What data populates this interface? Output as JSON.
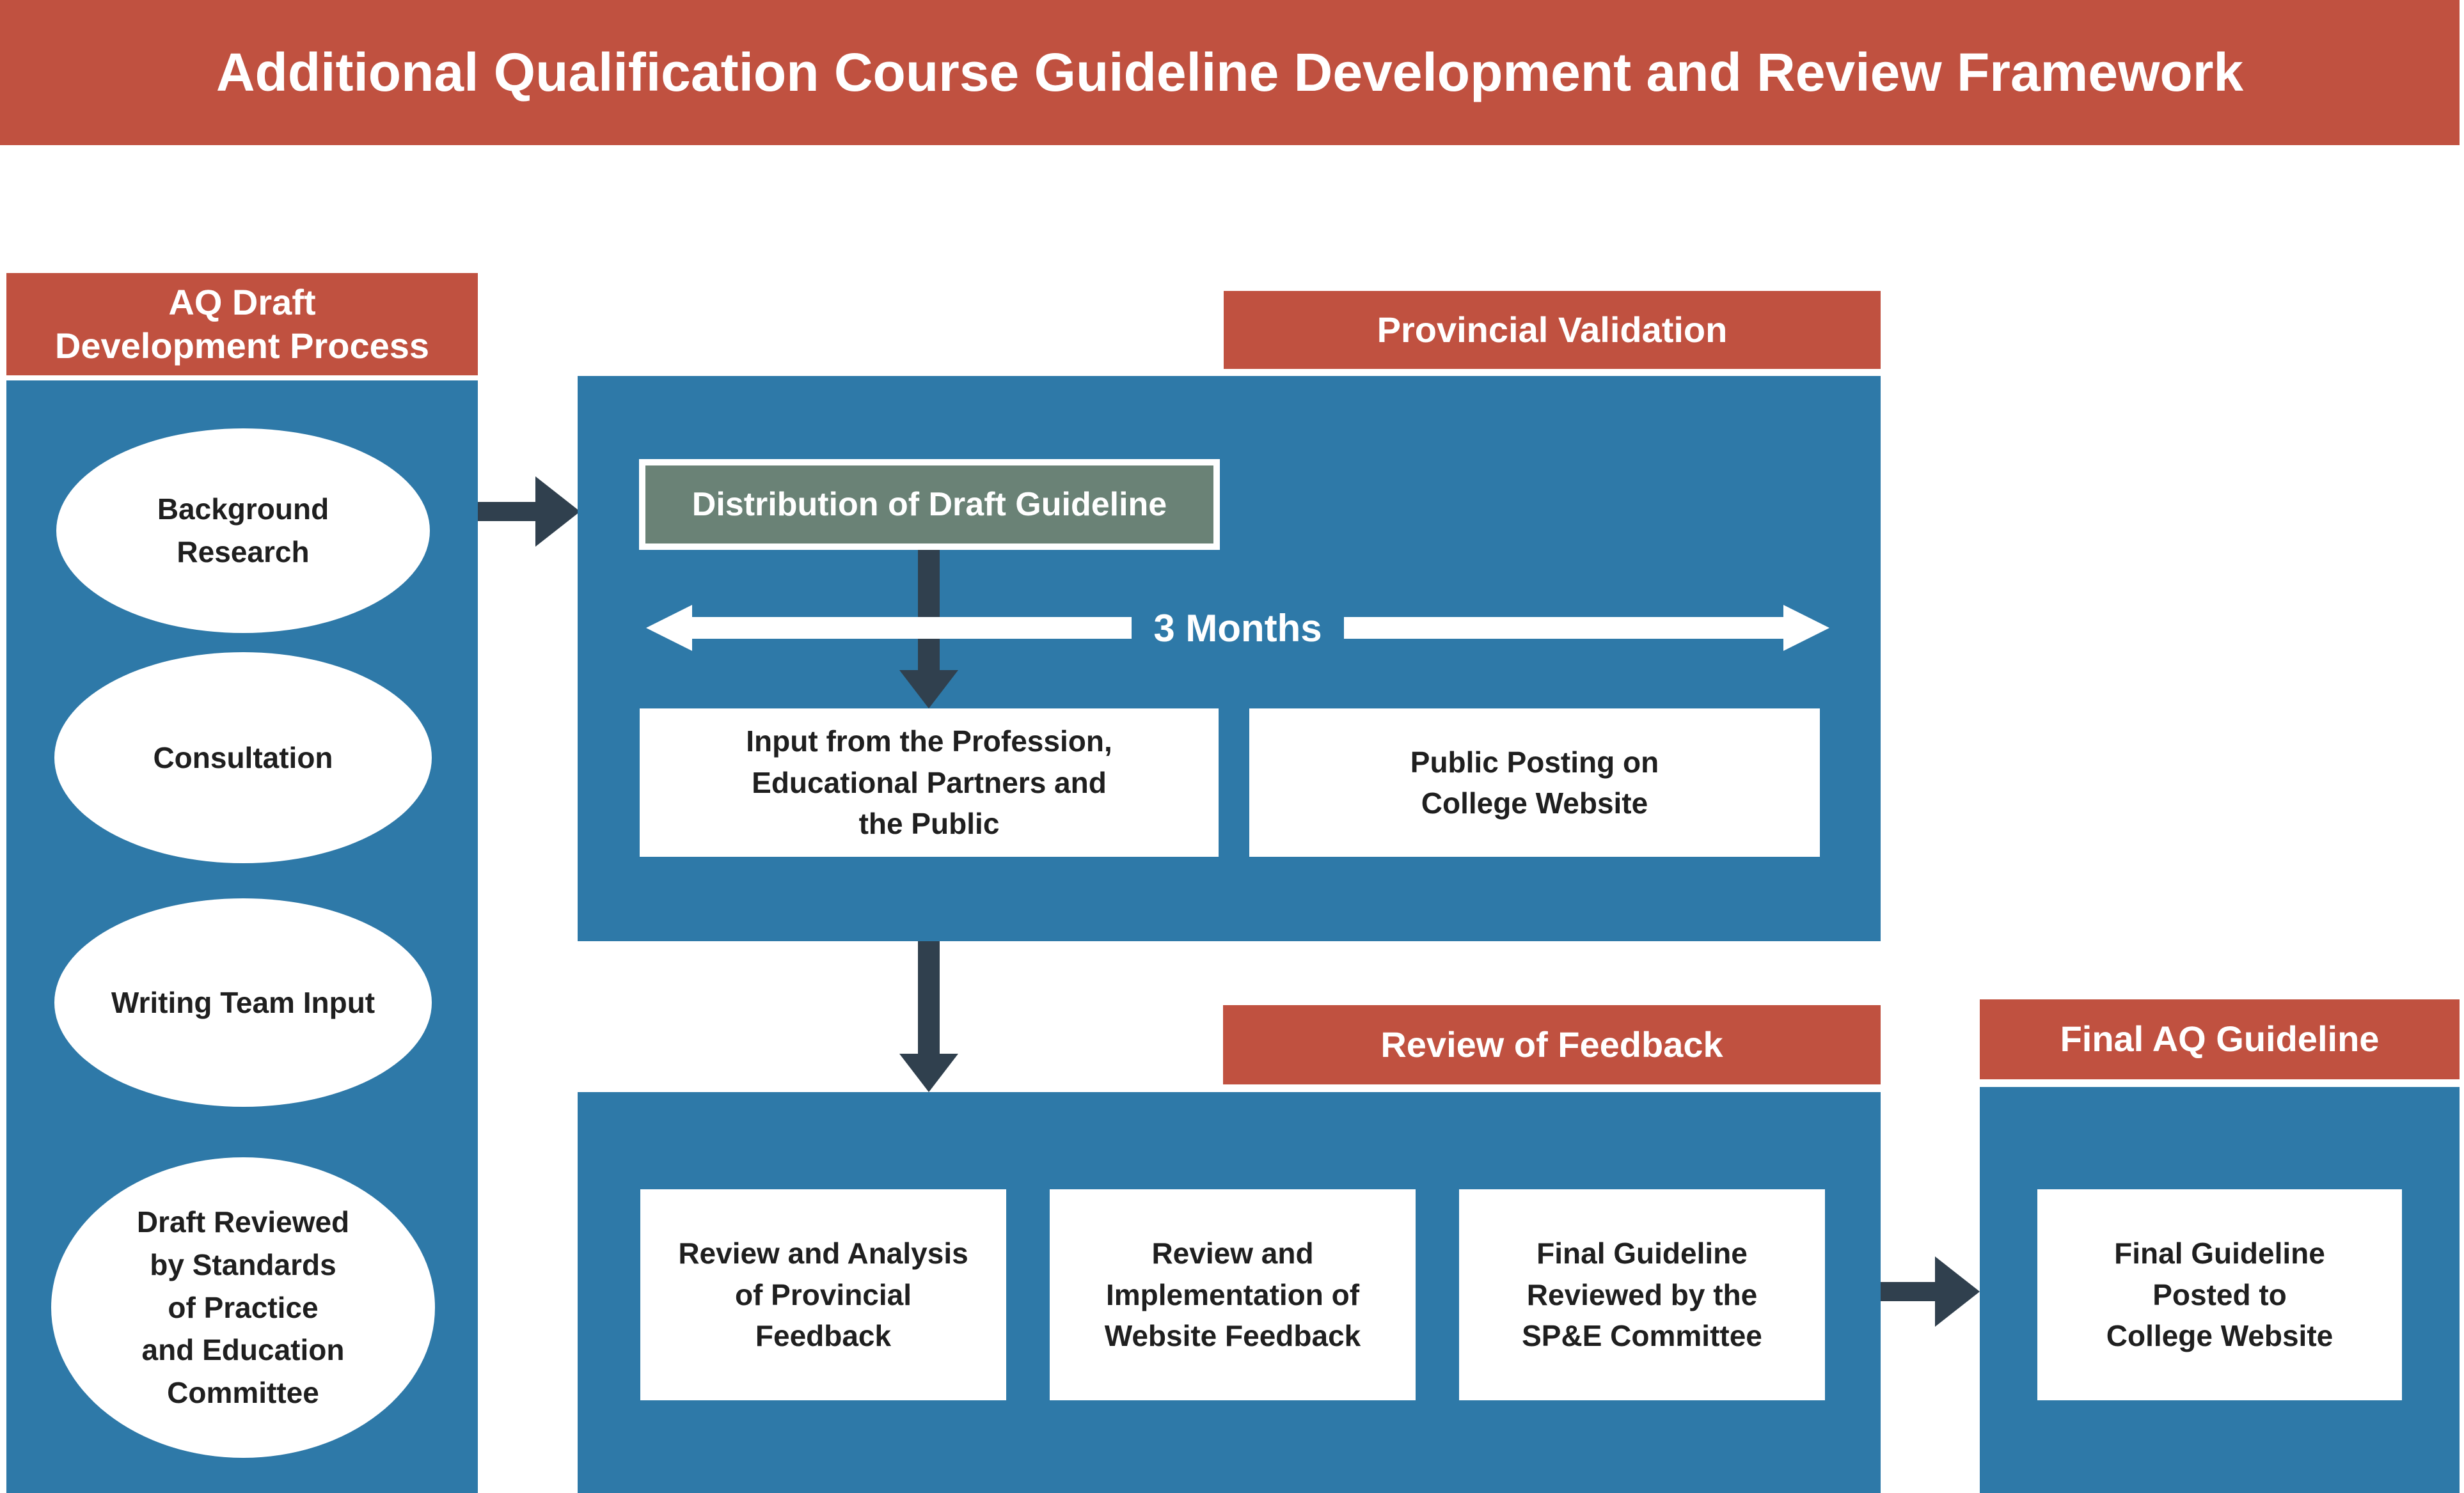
{
  "title": "Additional Qualification Course Guideline Development and Review Framework",
  "colors": {
    "header_red": "#C05140",
    "panel_blue": "#2E79A8",
    "distribution_green": "#6A8276",
    "arrow_dark": "#30404E",
    "card_text": "#1F1F1F",
    "white": "#FFFFFF"
  },
  "left_column": {
    "header": "AQ Draft\nDevelopment Process",
    "steps": [
      "Background\nResearch",
      "Consultation",
      "Writing Team Input",
      "Draft Reviewed\nby Standards\nof Practice\nand Education\nCommittee"
    ]
  },
  "provincial_validation": {
    "header": "Provincial Validation",
    "distribution_box": "Distribution of Draft Guideline",
    "duration_label": "3 Months",
    "boxes": [
      "Input from the Profession,\nEducational Partners and\nthe Public",
      "Public Posting on\nCollege Website"
    ]
  },
  "review_of_feedback": {
    "header": "Review of Feedback",
    "boxes": [
      "Review and Analysis\nof Provincial\nFeedback",
      "Review and\nImplementation of\nWebsite Feedback",
      "Final Guideline\nReviewed by the\nSP&E Committee"
    ]
  },
  "final_aq": {
    "header": "Final AQ Guideline",
    "boxes": [
      "Final Guideline\nPosted to\nCollege Website"
    ]
  }
}
